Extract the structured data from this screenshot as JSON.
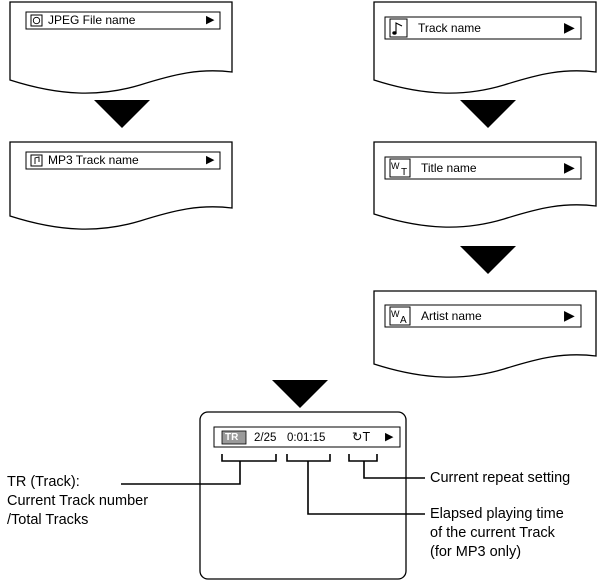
{
  "screens": {
    "jpeg_label": "JPEG File name",
    "mp3_label": "MP3 Track name",
    "track_label": "Track name",
    "title_label": "Title name",
    "artist_label": "Artist name"
  },
  "display": {
    "tr_badge": "TR",
    "track_count": "2/25",
    "elapsed": "0:01:15",
    "repeat_glyph": "↻T"
  },
  "annotations": {
    "tr_line1": "TR (Track):",
    "tr_line2": "Current Track number",
    "tr_line3": "/Total Tracks",
    "repeat": "Current repeat setting",
    "elapsed_line1": "Elapsed playing time",
    "elapsed_line2": "of the current Track",
    "elapsed_line3": "(for MP3 only)"
  },
  "icons": {
    "play": "play-triangle-icon",
    "arrow": "down-arrow-icon",
    "jpeg": "jpeg-file-icon",
    "mp3": "mp3-file-icon",
    "note": "music-note-icon",
    "title": "title-icon",
    "artist": "artist-icon"
  }
}
